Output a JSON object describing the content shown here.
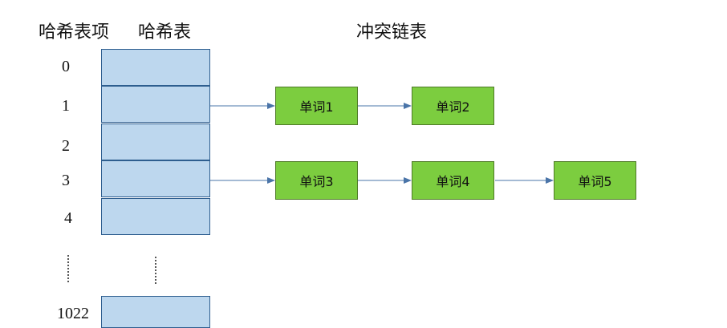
{
  "headers": {
    "index": "哈希表项",
    "table": "哈希表",
    "chain": "冲突链表"
  },
  "indices": [
    "0",
    "1",
    "2",
    "3",
    "4",
    "1022"
  ],
  "nodes": {
    "w1": "单词1",
    "w2": "单词2",
    "w3": "单词3",
    "w4": "单词4",
    "w5": "单词5"
  },
  "colors": {
    "slot_fill": "#bdd7ee",
    "slot_border": "#2e5e8f",
    "node_fill": "#7ccd3f",
    "node_border": "#4f7a28",
    "arrow": "#4a74a8"
  }
}
